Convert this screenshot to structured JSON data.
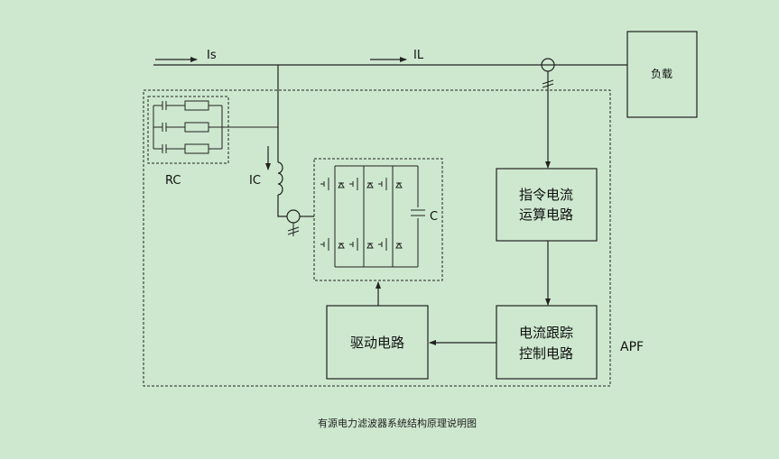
{
  "labels": {
    "is": "Is",
    "il": "IL",
    "ic": "IC",
    "rc": "RC",
    "c": "C",
    "apf": "APF"
  },
  "boxes": {
    "load": "负载",
    "command_line1": "指令电流",
    "command_line2": "运算电路",
    "tracking_line1": "电流跟踪",
    "tracking_line2": "控制电路",
    "drive": "驱动电路"
  },
  "caption": "有源电力滤波器系统结构原理说明图",
  "colors": {
    "background": "#cde8cf",
    "line": "#222222"
  }
}
